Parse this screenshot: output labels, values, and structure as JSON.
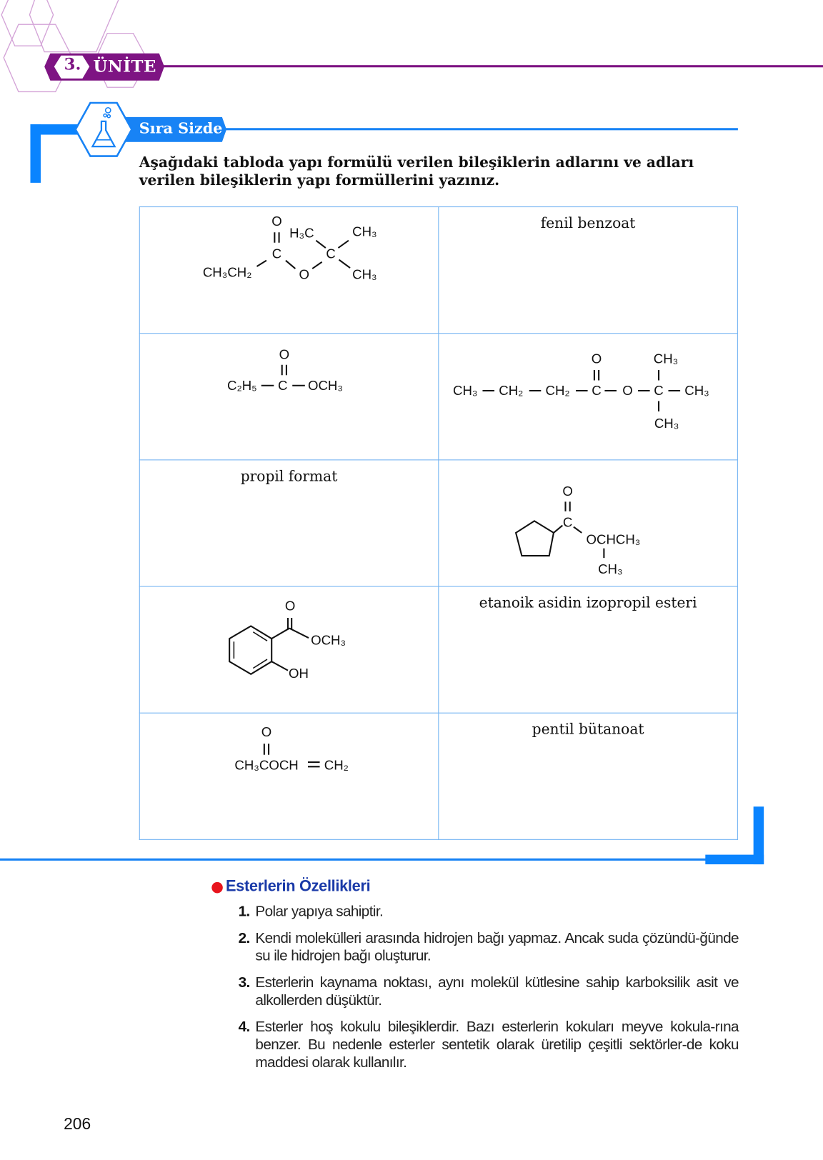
{
  "header": {
    "unit_number": "3.",
    "unit_label": "ÜNİTE",
    "accent_color": "#7e1483"
  },
  "activity": {
    "title": "Sıra Sizde",
    "accent_color": "#1883f5",
    "instruction": "Aşağıdaki tabloda yapı formülü verilen bileşiklerin adlarını ve adları verilen bileşiklerin yapı formüllerini yazınız."
  },
  "table": {
    "r1c1": {
      "O": "O",
      "C1": "C",
      "H3C": "H₃C",
      "CH3a": "CH₃",
      "C2": "C",
      "CH3CH2": "CH₃CH₂",
      "O2": "O",
      "CH3b": "CH₃"
    },
    "r1c2": "fenil benzoat",
    "r2c1": {
      "O": "O",
      "C2H5": "C₂H₅",
      "C": "C",
      "OCH3": "OCH₃"
    },
    "r2c2": {
      "CH3a": "CH₃",
      "CH2a": "CH₂",
      "CH2b": "CH₂",
      "C1": "C",
      "O": "O",
      "Ocarb": "O",
      "C2": "C",
      "CH3top": "CH₃",
      "CH3right": "CH₃",
      "CH3bottom": "CH₃"
    },
    "r3c1": "propil format",
    "r3c2": {
      "O": "O",
      "C": "C",
      "OCHCH3": "OCHCH₃",
      "CH3": "CH₃"
    },
    "r4c1": {
      "O": "O",
      "OCH3": "OCH₃",
      "OH": "OH"
    },
    "r4c2": "etanoik asidin izopropil esteri",
    "r5c1": {
      "O": "O",
      "formula_left": "CH₃COCH",
      "formula_right": "CH₂"
    },
    "r5c2": "pentil bütanoat"
  },
  "properties": {
    "title": "Esterlerin Özellikleri",
    "items": [
      {
        "num": "1.",
        "text": "Polar yapıya sahiptir."
      },
      {
        "num": "2.",
        "text": "Kendi molekülleri arasında hidrojen bağı yapmaz. Ancak suda çözündü-ğünde su ile hidrojen bağı oluşturur."
      },
      {
        "num": "3.",
        "text": "Esterlerin kaynama noktası, aynı molekül kütlesine sahip karboksilik asit ve alkollerden düşüktür."
      },
      {
        "num": "4.",
        "text": "Esterler hoş kokulu bileşiklerdir. Bazı esterlerin kokuları meyve kokula-rına benzer. Bu nedenle esterler sentetik olarak üretilip çeşitli sektörler-de koku maddesi olarak kullanılır."
      }
    ]
  },
  "page_number": "206"
}
